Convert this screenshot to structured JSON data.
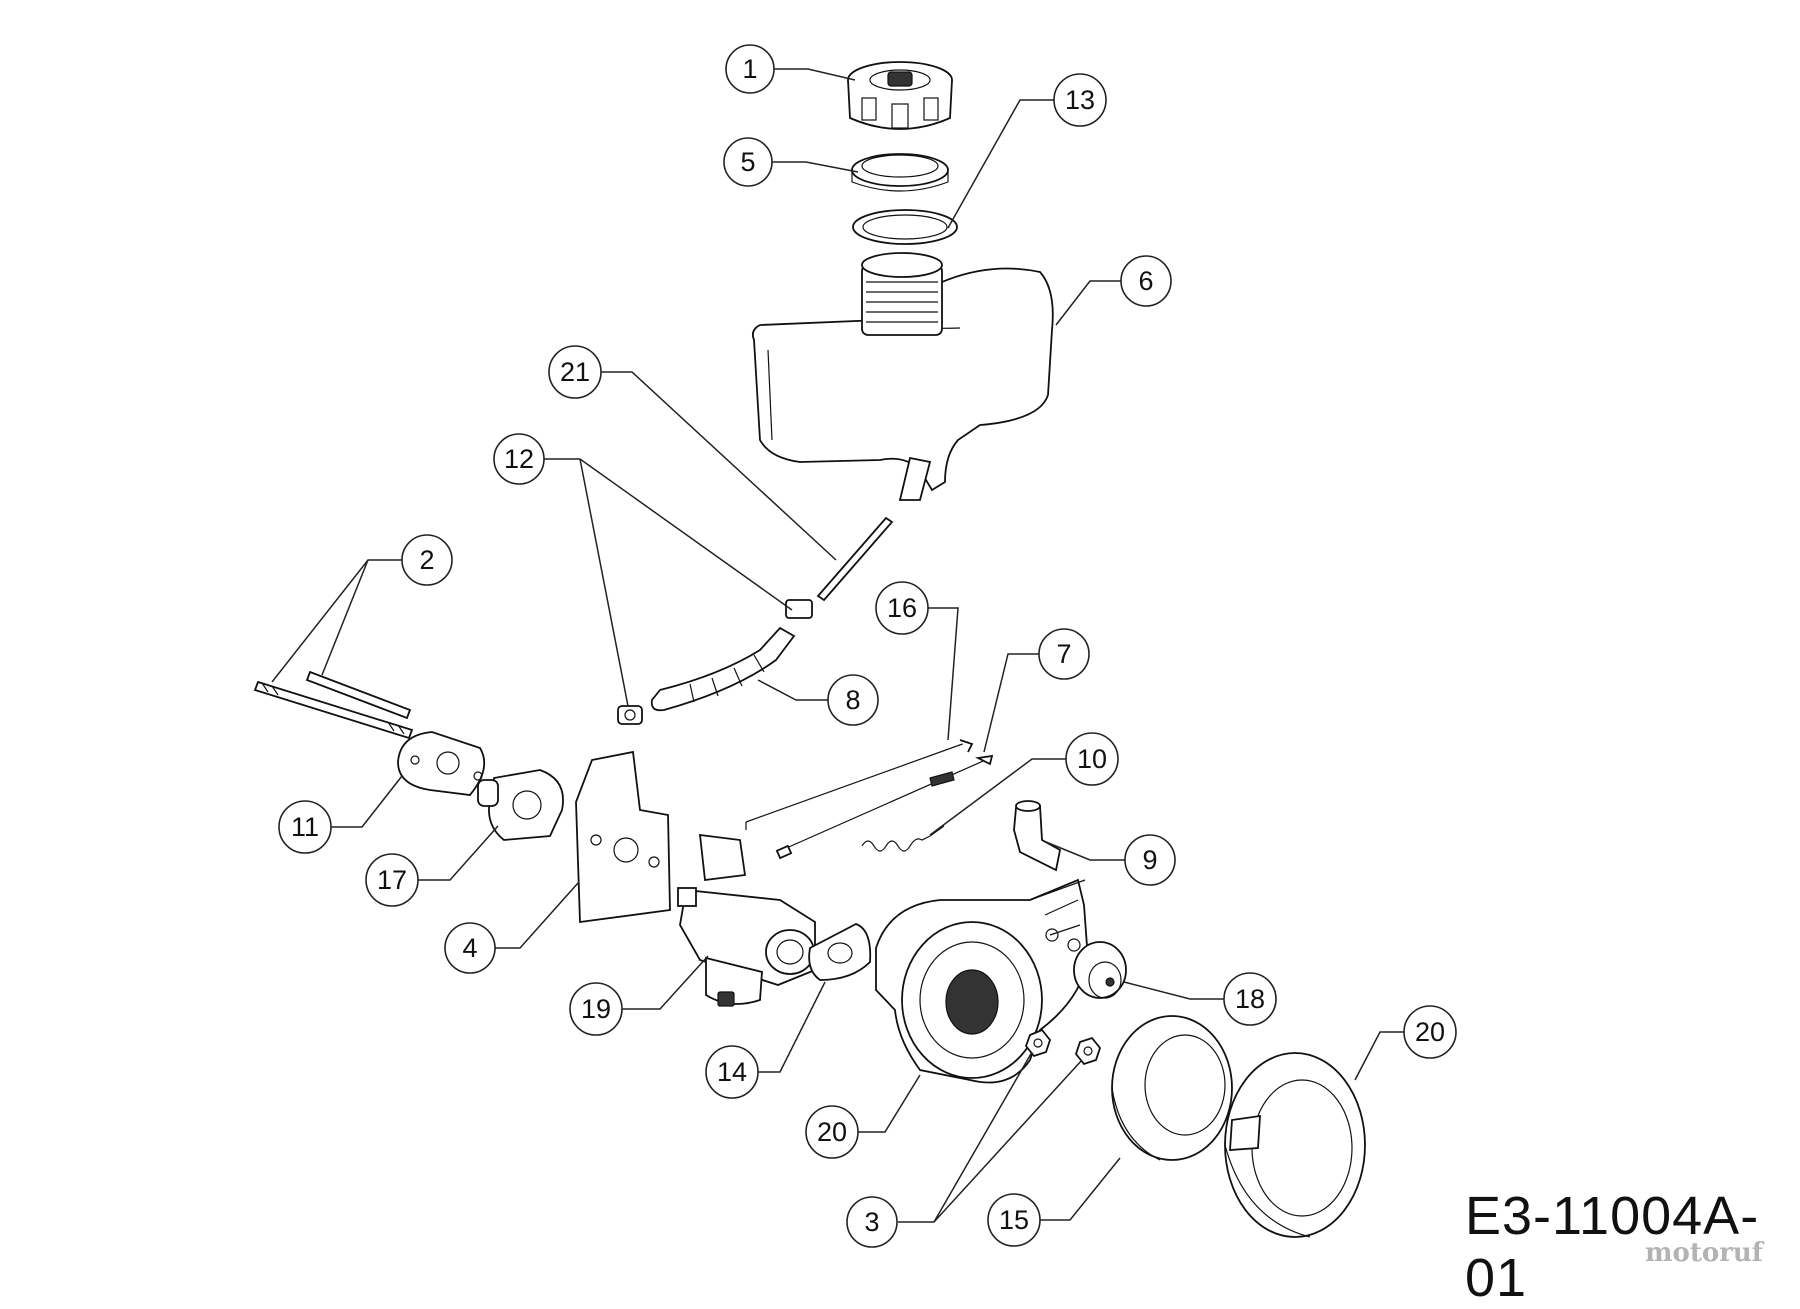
{
  "diagram": {
    "code": "E3-11004A-01",
    "watermark": "motoruf"
  },
  "callouts": [
    {
      "id": "c1",
      "label": "1"
    },
    {
      "id": "c5",
      "label": "5"
    },
    {
      "id": "c13",
      "label": "13"
    },
    {
      "id": "c6",
      "label": "6"
    },
    {
      "id": "c21",
      "label": "21"
    },
    {
      "id": "c12",
      "label": "12"
    },
    {
      "id": "c2",
      "label": "2"
    },
    {
      "id": "c16",
      "label": "16"
    },
    {
      "id": "c7",
      "label": "7"
    },
    {
      "id": "c8",
      "label": "8"
    },
    {
      "id": "c10",
      "label": "10"
    },
    {
      "id": "c11",
      "label": "11"
    },
    {
      "id": "c9",
      "label": "9"
    },
    {
      "id": "c17",
      "label": "17"
    },
    {
      "id": "c4",
      "label": "4"
    },
    {
      "id": "c18",
      "label": "18"
    },
    {
      "id": "c19",
      "label": "19"
    },
    {
      "id": "c20a",
      "label": "20"
    },
    {
      "id": "c14",
      "label": "14"
    },
    {
      "id": "c20b",
      "label": "20"
    },
    {
      "id": "c3",
      "label": "3"
    },
    {
      "id": "c15",
      "label": "15"
    }
  ]
}
